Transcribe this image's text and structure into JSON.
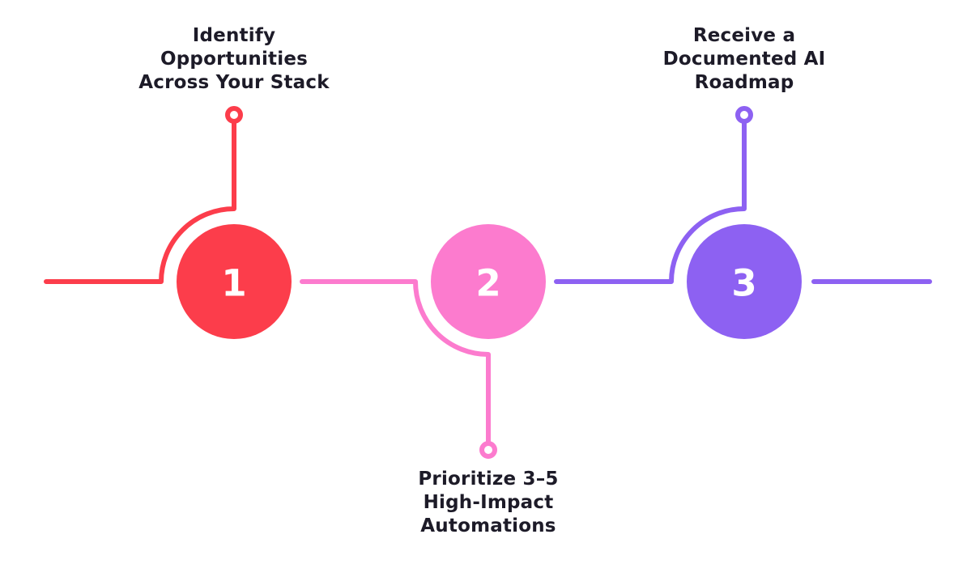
{
  "diagram": {
    "background_color": "#FFFFFF",
    "text_color": "#1D1B28",
    "number_color": "#FFFFFF",
    "steps": [
      {
        "number": "1",
        "label_lines": [
          "Identify",
          "Opportunities",
          "Across Your Stack"
        ],
        "color": "#FC3D4B",
        "label_position": "top"
      },
      {
        "number": "2",
        "label_lines": [
          "Prioritize 3–5",
          "High-Impact",
          "Automations"
        ],
        "color": "#FC7BCE",
        "label_position": "bottom"
      },
      {
        "number": "3",
        "label_lines": [
          "Receive a",
          "Documented AI",
          "Roadmap"
        ],
        "color": "#8D61F2",
        "label_position": "top"
      }
    ]
  }
}
